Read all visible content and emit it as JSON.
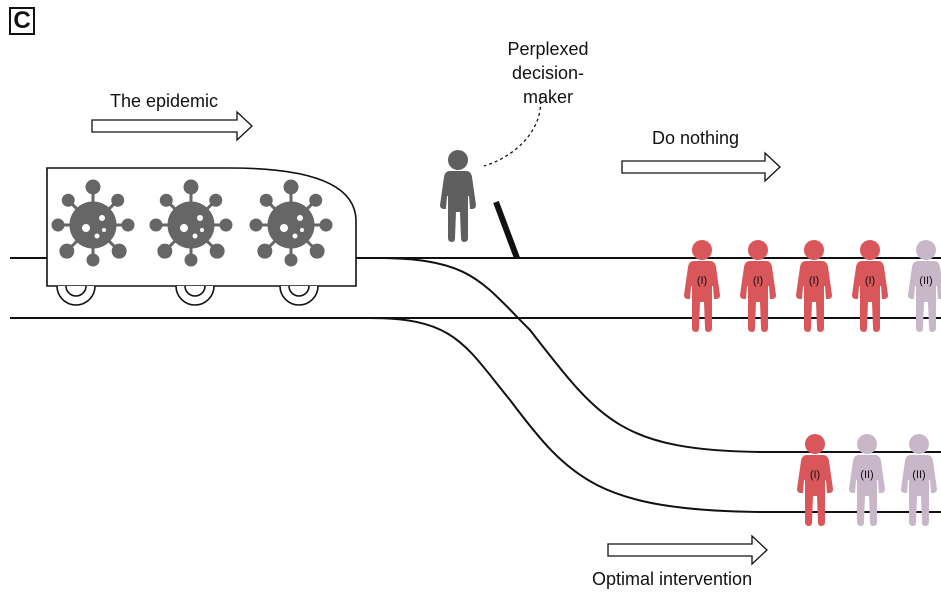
{
  "panel_label": "C",
  "labels": {
    "epidemic": "The epidemic",
    "decision_maker": "Perplexed\ndecision-maker",
    "do_nothing": "Do nothing",
    "optimal": "Optimal intervention"
  },
  "track_top": {
    "people": [
      {
        "group": "(I)",
        "infected": true
      },
      {
        "group": "(I)",
        "infected": true
      },
      {
        "group": "(I)",
        "infected": true
      },
      {
        "group": "(I)",
        "infected": true
      },
      {
        "group": "(II)",
        "infected": false
      }
    ]
  },
  "track_bottom": {
    "people": [
      {
        "group": "(I)",
        "infected": true
      },
      {
        "group": "(II)",
        "infected": false
      },
      {
        "group": "(II)",
        "infected": false
      }
    ]
  },
  "colors": {
    "infected": "#d9575b",
    "healthy": "#c8b7c9",
    "virus": "#666666",
    "decision_maker": "#5f5f5f",
    "track": "#111111"
  },
  "icons": {
    "virus": "virus-icon",
    "person": "person-icon",
    "arrow": "right-arrow-icon",
    "lever": "switch-lever-icon"
  }
}
